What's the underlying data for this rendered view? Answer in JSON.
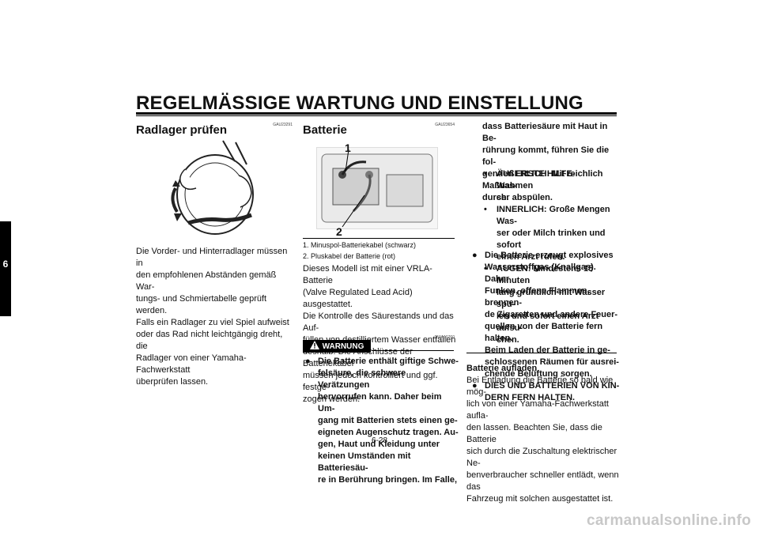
{
  "header": {
    "title": "REGELMÄSSIGE WARTUNG UND EINSTELLUNG",
    "chapter": "6"
  },
  "left": {
    "code": "GAU23291",
    "heading": "Radlager prüfen",
    "text": [
      "Die Vorder- und Hinterradlager müssen in",
      "den empfohlenen Abständen gemäß War-",
      "tungs- und Schmiertabelle geprüft werden.",
      "Falls ein Radlager zu viel Spiel aufweist",
      "oder das Rad nicht leichtgängig dreht, die",
      "Radlager von einer Yamaha-Fachwerkstatt",
      "überprüfen lassen."
    ]
  },
  "middle": {
    "code": "GAU23654",
    "heading": "Batterie",
    "fig_labels": [
      "1",
      "2"
    ],
    "captions": [
      "1.  Minuspol-Batteriekabel (schwarz)",
      "2.  Pluskabel der Batterie (rot)"
    ],
    "text": [
      "Dieses Modell ist mit einer VRLA-Batterie",
      "(Valve Regulated Lead Acid) ausgestattet.",
      "Die Kontrolle des Säurestands und das Auf-",
      "füllen von destilliertem Wasser entfallen",
      "deshalb. Die Anschlüsse der Batteriekabel",
      "müssen jedoch kontrolliert und ggf. festge-",
      "zogen werden."
    ],
    "warn_code": "GWA10760",
    "warn_label": "WARNUNG",
    "warn_text": [
      "Die Batterie enthält giftige Schwe-",
      "felsäure, die schwere Verätzungen",
      "hervorrufen kann. Daher beim Um-",
      "gang mit Batterien stets einen ge-",
      "eigneten Augenschutz tragen. Au-",
      "gen, Haut und Kleidung unter",
      "keinen Umständen mit Batteriesäu-",
      "re in Berührung bringen. Im Falle,"
    ]
  },
  "right": {
    "cont_text": [
      "dass Batteriesäure mit Haut in Be-",
      "rührung kommt, führen Sie die fol-",
      "genden ERSTE HILFE-Maßnahmen",
      "durch."
    ],
    "sub": [
      {
        "lines": [
          "ÄUßERLICH: Mit reichlich Was-",
          "ser abspülen."
        ]
      },
      {
        "lines": [
          "INNERLICH: Große Mengen Was-",
          "ser oder Milch trinken und sofort",
          "einen Arzt rufen."
        ]
      },
      {
        "lines": [
          "AUGEN: Mindestens 15 Minuten",
          "lang gründlich mit Wasser spü-",
          "len und sofort einen Arzt aufsu-",
          "chen."
        ]
      }
    ],
    "bullets": [
      {
        "lines": [
          "Die Batterie erzeugt explosives",
          "Wasserstoffgas (Knallgas). Daher",
          "Funken, offene Flammen, brennen-",
          "de Zigaretten und andere Feuer-",
          "quellen von der Batterie fern halten.",
          "Beim Laden der Batterie in ge-",
          "schlossenen Räumen für ausrei-",
          "chende Belüftung sorgen."
        ]
      },
      {
        "lines": [
          "DIES UND BATTERIEN VON KIN-",
          "DERN FERN HALTEN."
        ]
      }
    ],
    "sub_heading": "Batterie aufladen",
    "text": [
      "Bei Entladung die Batterie so bald wie mög-",
      "lich von einer Yamaha-Fachwerkstatt aufla-",
      "den lassen. Beachten Sie, dass die Batterie",
      "sich durch die Zuschaltung elektrischer Ne-",
      "benverbraucher schneller entlädt, wenn das",
      "Fahrzeug mit solchen ausgestattet ist."
    ]
  },
  "footer": {
    "page": "6-28",
    "watermark": "carmanualsonline.info"
  }
}
